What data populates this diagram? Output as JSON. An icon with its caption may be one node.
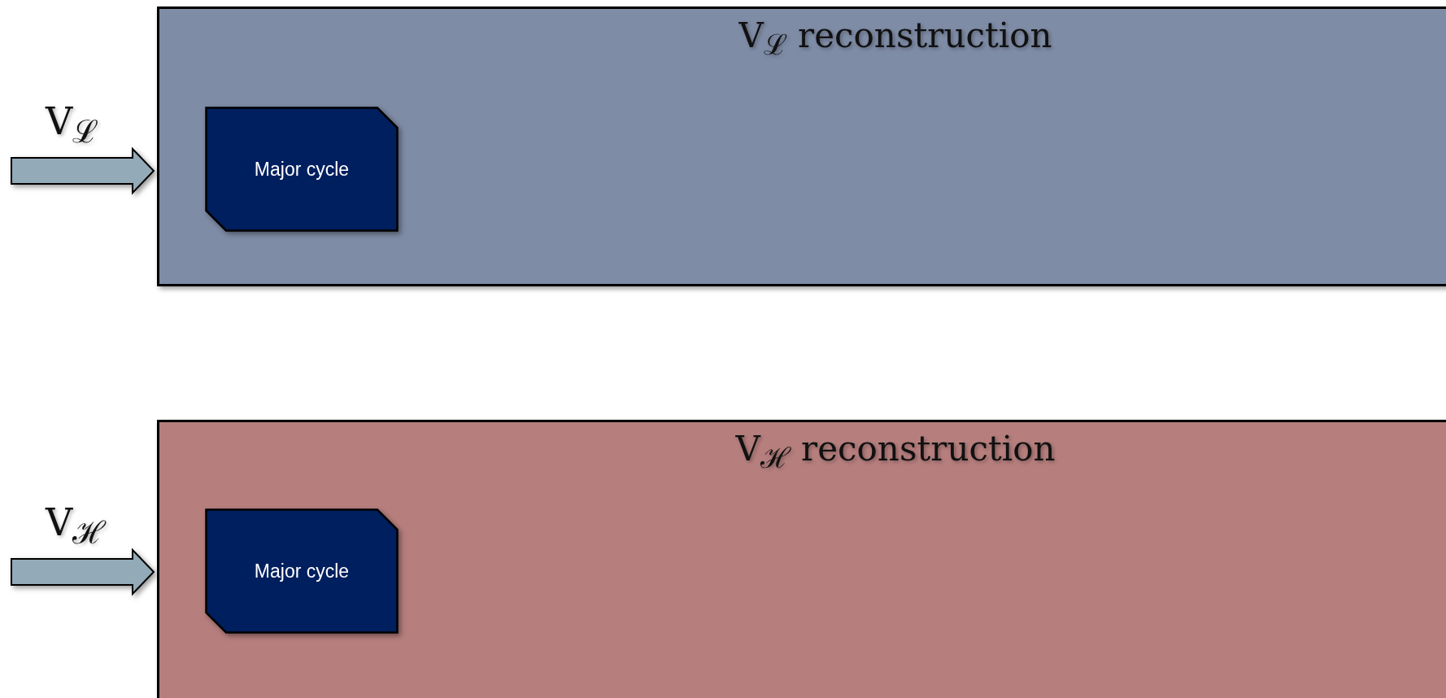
{
  "diagram": {
    "nodes": [
      {
        "text": [
          "V$_{ℒ}$ reconstruction"
        ]
      },
      {
        "text": [
          "Major cycle"
        ],
        "in": 0
      },
      {
        "text": [
          "V$_{ℋ}$ reconstruction"
        ]
      },
      {
        "text": [
          "Major cycle"
        ],
        "in": 2
      }
    ],
    "edges": [
      {
        "from": null,
        "to": 0,
        "arrow": "to",
        "label": "V$_{ℒ}$"
      },
      {
        "from": null,
        "to": 2,
        "arrow": "to",
        "label": "V$_{ℋ}$"
      }
    ]
  }
}
